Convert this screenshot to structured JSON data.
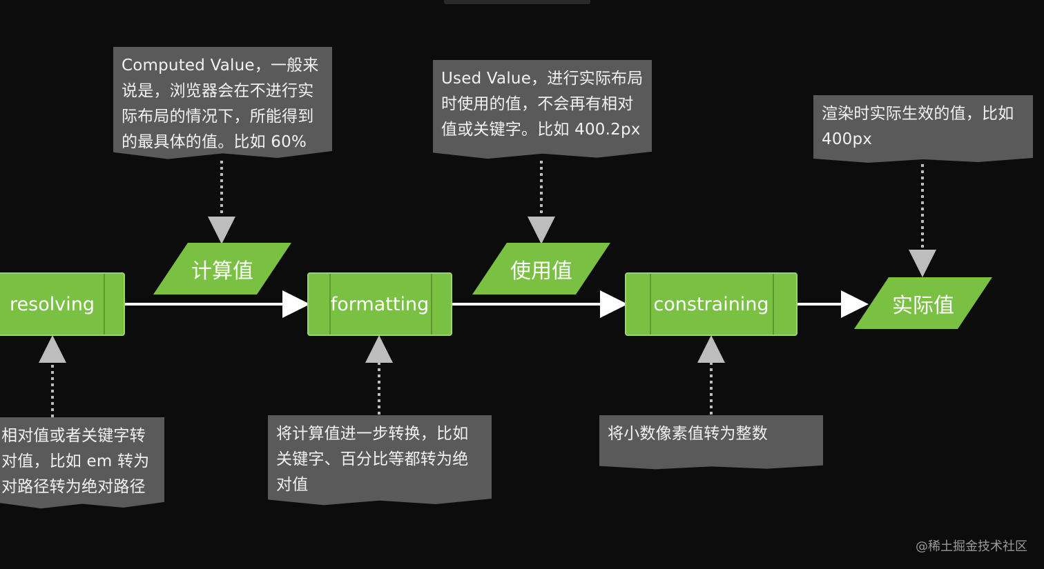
{
  "notes": {
    "computed": "Computed Value，一般来\n说是，浏览器会在不进行实\n际布局的情况下，所能得到\n的最具体的值。比如 60%",
    "used": "Used Value，进行实际布局\n时使用的值，不会再有相对\n值或关键字。比如 400.2px",
    "actual": "渲染时实际生效的值，比如\n400px",
    "resolving": "相对值或者关键字转\n对值，比如 em 转为\n对路径转为绝对路径",
    "formatting": "将计算值进一步转换，比如\n关键字、百分比等都转为绝\n对值",
    "constraining": "将小数像素值转为整数"
  },
  "steps": {
    "resolving": "resolving",
    "formatting": "formatting",
    "constraining": "constraining"
  },
  "values": {
    "computed": "计算值",
    "used": "使用值",
    "actual": "实际值"
  },
  "watermark": "@稀土掘金技术社区",
  "colors": {
    "green": "#7ac143",
    "note_bg": "#5a5a5a",
    "background": "#0c0c0c"
  }
}
